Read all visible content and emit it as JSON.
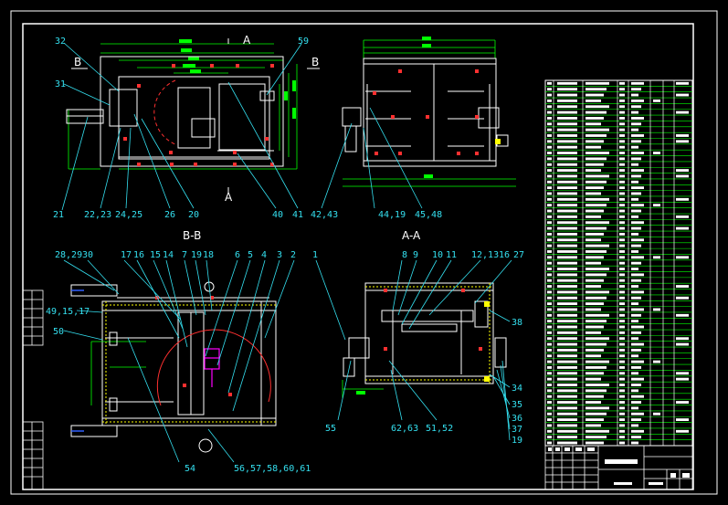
{
  "colors": {
    "background": "#000000",
    "frame": "#ffffff",
    "part": "#ffffff",
    "dim": "#00ff00",
    "center": "#ff3030",
    "label": "#34e0f0",
    "yellow": "#ffff00",
    "magenta": "#ff00ff",
    "blue": "#3060ff"
  },
  "section_titles": {
    "bb": "B-B",
    "aa": "A-A"
  },
  "section_markers": {
    "a_top": "A",
    "a_bottom": "A",
    "b_left": "B",
    "b_right": "B"
  },
  "callouts_top_left": [
    "32",
    "59",
    "31",
    "21",
    "22,23",
    "24,25",
    "26",
    "20",
    "40",
    "41"
  ],
  "callouts_top_right": [
    "42,43",
    "44,19",
    "45,48"
  ],
  "callouts_bottom_left": [
    "28,29",
    "30",
    "17",
    "16",
    "15",
    "14",
    "7",
    "19",
    "18",
    "6",
    "5",
    "4",
    "3",
    "2",
    "49,15,17",
    "50",
    "54",
    "56,57,58,60,61"
  ],
  "callouts_bottom_right": [
    "1",
    "8",
    "9",
    "10",
    "11",
    "12,13",
    "16",
    "27",
    "38",
    "34",
    "35",
    "36",
    "37",
    "19",
    "55",
    "62,63",
    "51,52"
  ]
}
